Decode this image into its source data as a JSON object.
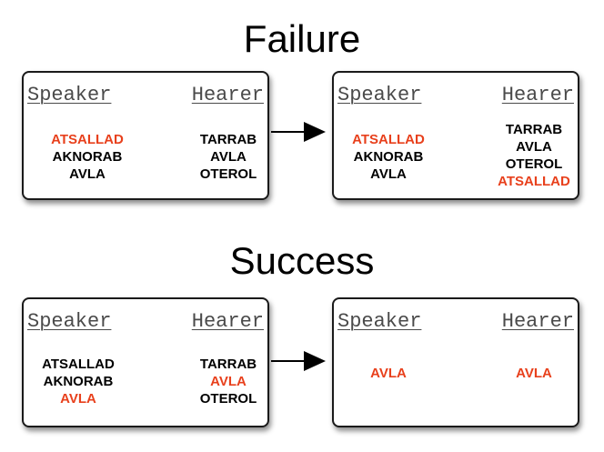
{
  "colors": {
    "highlight": "#e8401c",
    "normal": "#000000"
  },
  "failure": {
    "title": "Failure",
    "before": {
      "speaker_label": "Speaker",
      "hearer_label": "Hearer",
      "speaker_words": [
        {
          "text": "ATSALLAD",
          "highlight": true
        },
        {
          "text": "AKNORAB",
          "highlight": false
        },
        {
          "text": "AVLA",
          "highlight": false
        }
      ],
      "hearer_words": [
        {
          "text": "TARRAB",
          "highlight": false
        },
        {
          "text": "AVLA",
          "highlight": false
        },
        {
          "text": "OTEROL",
          "highlight": false
        }
      ]
    },
    "after": {
      "speaker_label": "Speaker",
      "hearer_label": "Hearer",
      "speaker_words": [
        {
          "text": "ATSALLAD",
          "highlight": true
        },
        {
          "text": "AKNORAB",
          "highlight": false
        },
        {
          "text": "AVLA",
          "highlight": false
        }
      ],
      "hearer_words": [
        {
          "text": "TARRAB",
          "highlight": false
        },
        {
          "text": "AVLA",
          "highlight": false
        },
        {
          "text": "OTEROL",
          "highlight": false
        },
        {
          "text": "ATSALLAD",
          "highlight": true
        }
      ]
    }
  },
  "success": {
    "title": "Success",
    "before": {
      "speaker_label": "Speaker",
      "hearer_label": "Hearer",
      "speaker_words": [
        {
          "text": "ATSALLAD",
          "highlight": false
        },
        {
          "text": "AKNORAB",
          "highlight": false
        },
        {
          "text": "AVLA",
          "highlight": true
        }
      ],
      "hearer_words": [
        {
          "text": "TARRAB",
          "highlight": false
        },
        {
          "text": "AVLA",
          "highlight": true
        },
        {
          "text": "OTEROL",
          "highlight": false
        }
      ]
    },
    "after": {
      "speaker_label": "Speaker",
      "hearer_label": "Hearer",
      "speaker_words": [
        {
          "text": "AVLA",
          "highlight": true
        }
      ],
      "hearer_words": [
        {
          "text": "AVLA",
          "highlight": true
        }
      ]
    }
  }
}
